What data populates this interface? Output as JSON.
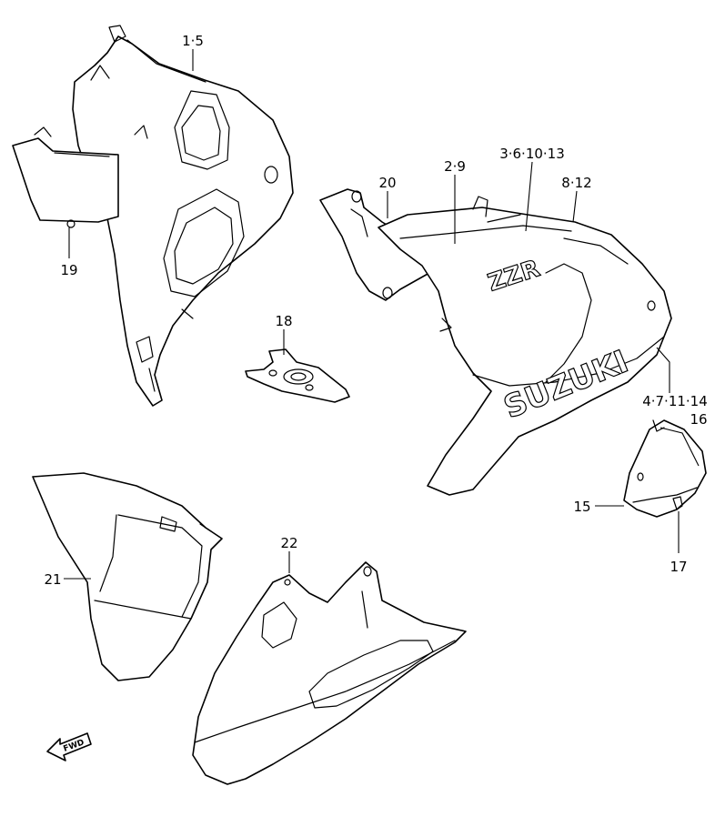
{
  "callouts": {
    "upper_cowl_left": "1·5",
    "center_panel": "2·9",
    "side_cowl_a": "3·6·10·13",
    "side_cowl_b": "8·12",
    "side_cowl_c": "4·7·11·14",
    "lower_cover": "15",
    "cover_clip_top": "16",
    "cover_clip_bottom": "17",
    "bracket_plate": "18",
    "inner_panel": "19",
    "side_bracket": "20",
    "inner_cowl": "21",
    "under_cowl": "22"
  },
  "graphics": {
    "model_logo": "ZZR",
    "brand_logo": "SUZUKI",
    "direction_label": "FWD"
  },
  "colors": {
    "line": "#000000",
    "background": "#ffffff"
  }
}
